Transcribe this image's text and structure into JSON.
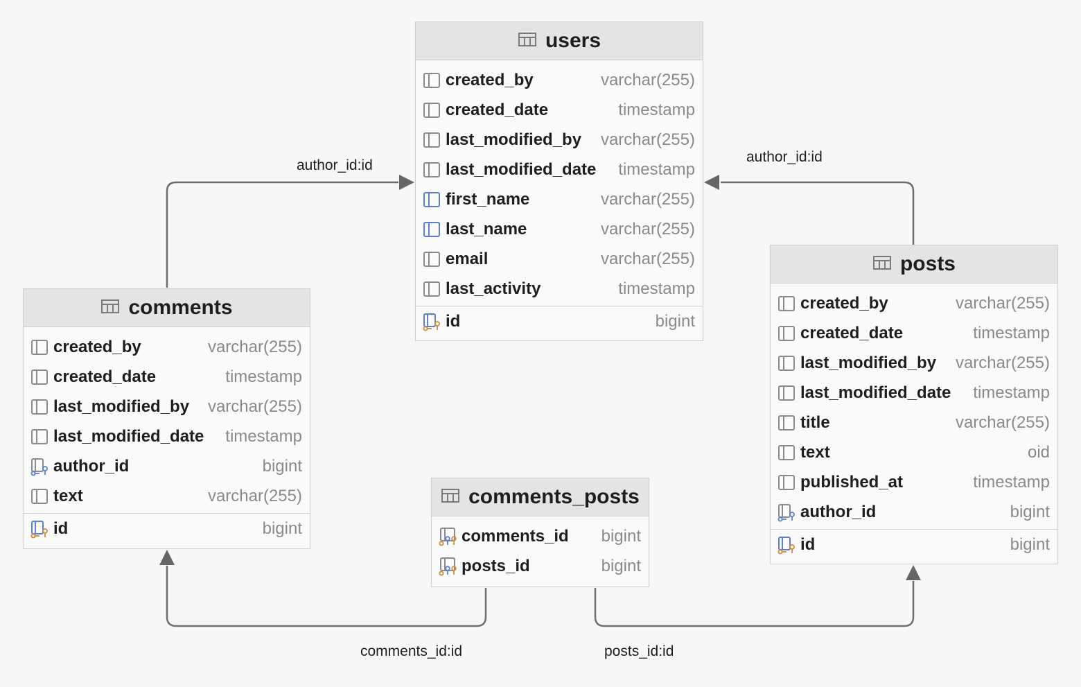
{
  "tables": {
    "users": {
      "title": "users",
      "columns": [
        {
          "name": "created_by",
          "type": "varchar(255)",
          "icon": "column-icon"
        },
        {
          "name": "created_date",
          "type": "timestamp",
          "icon": "column-icon"
        },
        {
          "name": "last_modified_by",
          "type": "varchar(255)",
          "icon": "column-icon"
        },
        {
          "name": "last_modified_date",
          "type": "timestamp",
          "icon": "column-icon"
        },
        {
          "name": "first_name",
          "type": "varchar(255)",
          "icon": "column-icon-highlighted"
        },
        {
          "name": "last_name",
          "type": "varchar(255)",
          "icon": "column-icon-highlighted"
        },
        {
          "name": "email",
          "type": "varchar(255)",
          "icon": "column-icon"
        },
        {
          "name": "last_activity",
          "type": "timestamp",
          "icon": "column-icon"
        }
      ],
      "primary_key": {
        "name": "id",
        "type": "bigint",
        "icon": "primary-key-icon"
      }
    },
    "comments": {
      "title": "comments",
      "columns": [
        {
          "name": "created_by",
          "type": "varchar(255)",
          "icon": "column-icon"
        },
        {
          "name": "created_date",
          "type": "timestamp",
          "icon": "column-icon"
        },
        {
          "name": "last_modified_by",
          "type": "varchar(255)",
          "icon": "column-icon"
        },
        {
          "name": "last_modified_date",
          "type": "timestamp",
          "icon": "column-icon"
        },
        {
          "name": "author_id",
          "type": "bigint",
          "icon": "foreign-key-icon"
        },
        {
          "name": "text",
          "type": "varchar(255)",
          "icon": "column-icon"
        }
      ],
      "primary_key": {
        "name": "id",
        "type": "bigint",
        "icon": "primary-key-icon"
      }
    },
    "posts": {
      "title": "posts",
      "columns": [
        {
          "name": "created_by",
          "type": "varchar(255)",
          "icon": "column-icon"
        },
        {
          "name": "created_date",
          "type": "timestamp",
          "icon": "column-icon"
        },
        {
          "name": "last_modified_by",
          "type": "varchar(255)",
          "icon": "column-icon"
        },
        {
          "name": "last_modified_date",
          "type": "timestamp",
          "icon": "column-icon"
        },
        {
          "name": "title",
          "type": "varchar(255)",
          "icon": "column-icon"
        },
        {
          "name": "text",
          "type": "oid",
          "icon": "column-icon"
        },
        {
          "name": "published_at",
          "type": "timestamp",
          "icon": "column-icon"
        },
        {
          "name": "author_id",
          "type": "bigint",
          "icon": "foreign-key-icon"
        }
      ],
      "primary_key": {
        "name": "id",
        "type": "bigint",
        "icon": "primary-key-icon"
      }
    },
    "comments_posts": {
      "title": "comments_posts",
      "columns": [
        {
          "name": "comments_id",
          "type": "bigint",
          "icon": "composite-key-icon"
        },
        {
          "name": "posts_id",
          "type": "bigint",
          "icon": "composite-key-icon"
        }
      ]
    }
  },
  "relationships": {
    "comments_author": {
      "label": "author_id:id",
      "from": "comments",
      "to": "users"
    },
    "posts_author": {
      "label": "author_id:id",
      "from": "posts",
      "to": "users"
    },
    "cp_comments": {
      "label": "comments_id:id",
      "from": "comments_posts",
      "to": "comments"
    },
    "cp_posts": {
      "label": "posts_id:id",
      "from": "comments_posts",
      "to": "posts"
    }
  },
  "colors": {
    "header_bg": "#e4e4e4",
    "border": "#cfcfcf",
    "type_text": "#8a8a8a",
    "line": "#6e6e6e",
    "icon_blue": "#5a7fd8",
    "icon_orange": "#d08a3a"
  }
}
